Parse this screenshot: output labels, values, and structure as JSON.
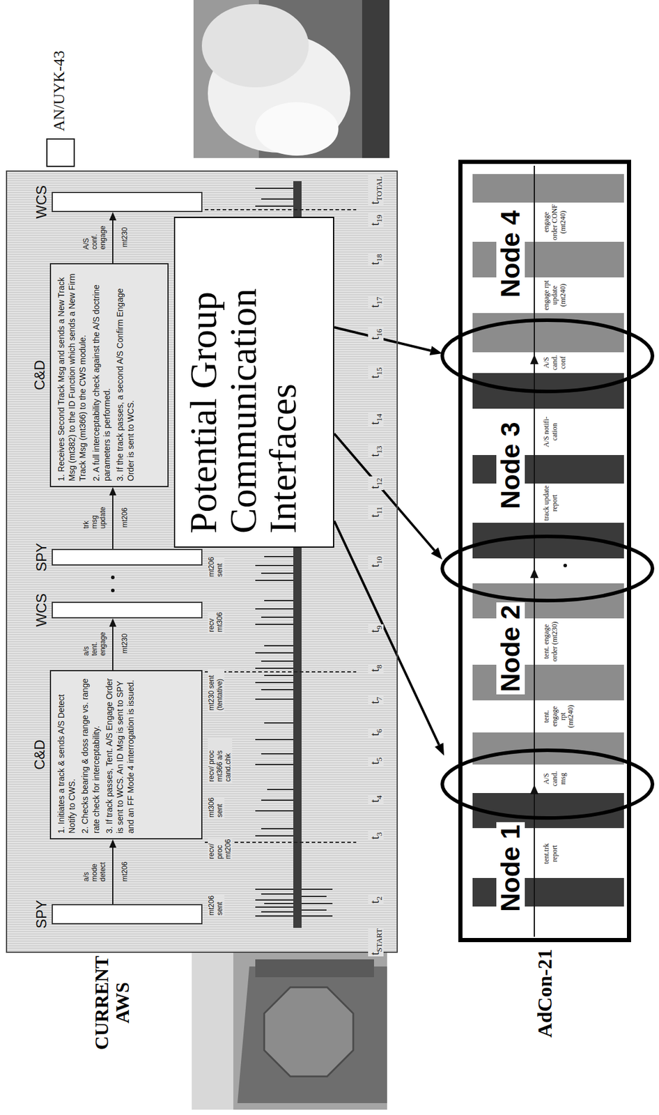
{
  "diagram": {
    "nodes": [
      {
        "text": [
          "CURRENT AWS"
        ]
      },
      {
        "text": [
          "SPY"
        ],
        "in": 0
      },
      {
        "text": [
          "C&D",
          "1. Initiates a track & sends A/S Detect Notify to CWS.",
          "2. Checks bearing & doss range vs. range rate check for interceptability.",
          "3. If track passes, Tent. A/S Engage Order is sent to WCS. An ID Msg is sent to SPY and an FF Mode 4 interrogation is issued."
        ],
        "in": 0
      },
      {
        "text": [
          "WCS"
        ],
        "in": 0
      },
      {
        "text": [
          "SPY"
        ],
        "in": 0
      },
      {
        "text": [
          "C&D",
          "1. Receives Second Track Msg and sends a New Track Msg (mt382) to the ID Function which sends a New Firm Track Msg (mt366) to the CWS module.",
          "2. A full interceptability check against the A/S doctrine parameters is performed.",
          "3. If the track passes, a second A/S Confirm Engage Order is sent to WCS."
        ],
        "in": 0
      },
      {
        "text": [
          "WCS"
        ],
        "in": 0
      },
      {
        "text": [
          "Potential Group Communication Interfaces"
        ]
      },
      {
        "text": [
          "AdCon-21"
        ]
      }
    ],
    "edges": [
      {
        "from": 1,
        "to": 2,
        "arrow": "to",
        "label": "a/s mode detect"
      },
      {
        "from": 2,
        "to": 3,
        "arrow": "to",
        "label": "a/s tent. engage"
      },
      {
        "from": 4,
        "to": 5,
        "arrow": "to",
        "label": "trk msg update"
      },
      {
        "from": 5,
        "to": 6,
        "arrow": "to",
        "label": "A/S conf. engage"
      }
    ],
    "labels": [
      "mt206",
      "mt230",
      "mt206",
      "mt230",
      "mt206 sent",
      "recv/ proc mt206",
      "mt306 sent",
      "recv/ proc mt366 a/s cand.chk",
      "mt230 sent (tentative)",
      "recv mt306",
      "mt206 sent",
      "tSTART",
      "t2",
      "t3",
      "t4",
      "t5",
      "t6",
      "t7",
      "t8",
      "t9",
      "t10",
      "t11",
      "t12",
      "t13",
      "t14",
      "t15",
      "t16",
      "t17",
      "t18",
      "t19",
      "tTOTAL",
      "Node 1",
      "tent.trk report",
      "A/S cand. msg",
      "tent. engage rpt (mt240)",
      "Node 2",
      "tent. engage order (mt230)",
      "track update report",
      "Node 3",
      "A/S notifi-cation",
      "A/S cand. conf",
      "Node 4",
      "engage rpt update (mt240)",
      "engage order CONF (mt240)"
    ],
    "legend": [
      {
        "text": "AN/UYK-43"
      }
    ]
  }
}
